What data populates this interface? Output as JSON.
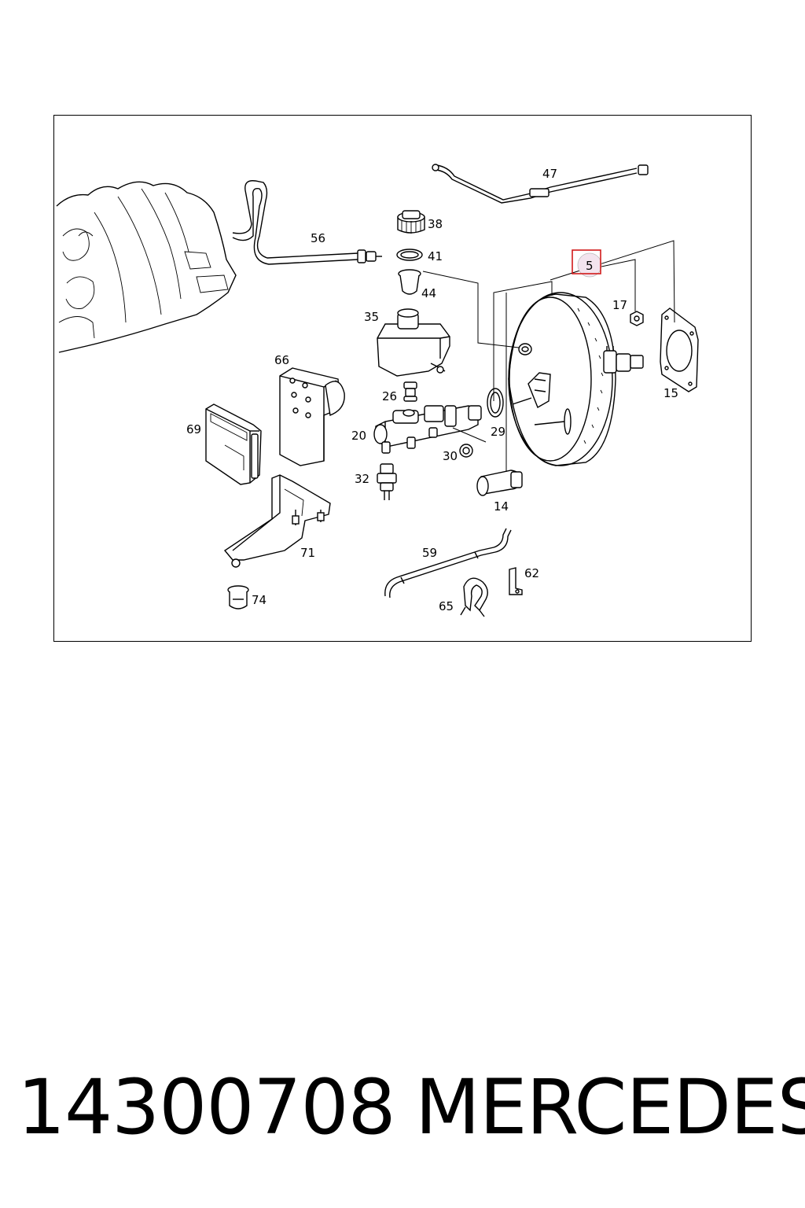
{
  "diagram": {
    "callouts": {
      "c47": "47",
      "c56": "56",
      "c38": "38",
      "c41": "41",
      "c44": "44",
      "c35": "35",
      "c5": "5",
      "c17": "17",
      "c15": "15",
      "c66": "66",
      "c26": "26",
      "c29": "29",
      "c69": "69",
      "c20": "20",
      "c30": "30",
      "c32": "32",
      "c14": "14",
      "c71": "71",
      "c59": "59",
      "c62": "62",
      "c65": "65",
      "c74": "74"
    },
    "highlight_color": "#d11a1a",
    "highlight_fill": "#f3e4ee"
  },
  "footer": {
    "part_number": "14300708",
    "brand": "MERCEDES"
  }
}
